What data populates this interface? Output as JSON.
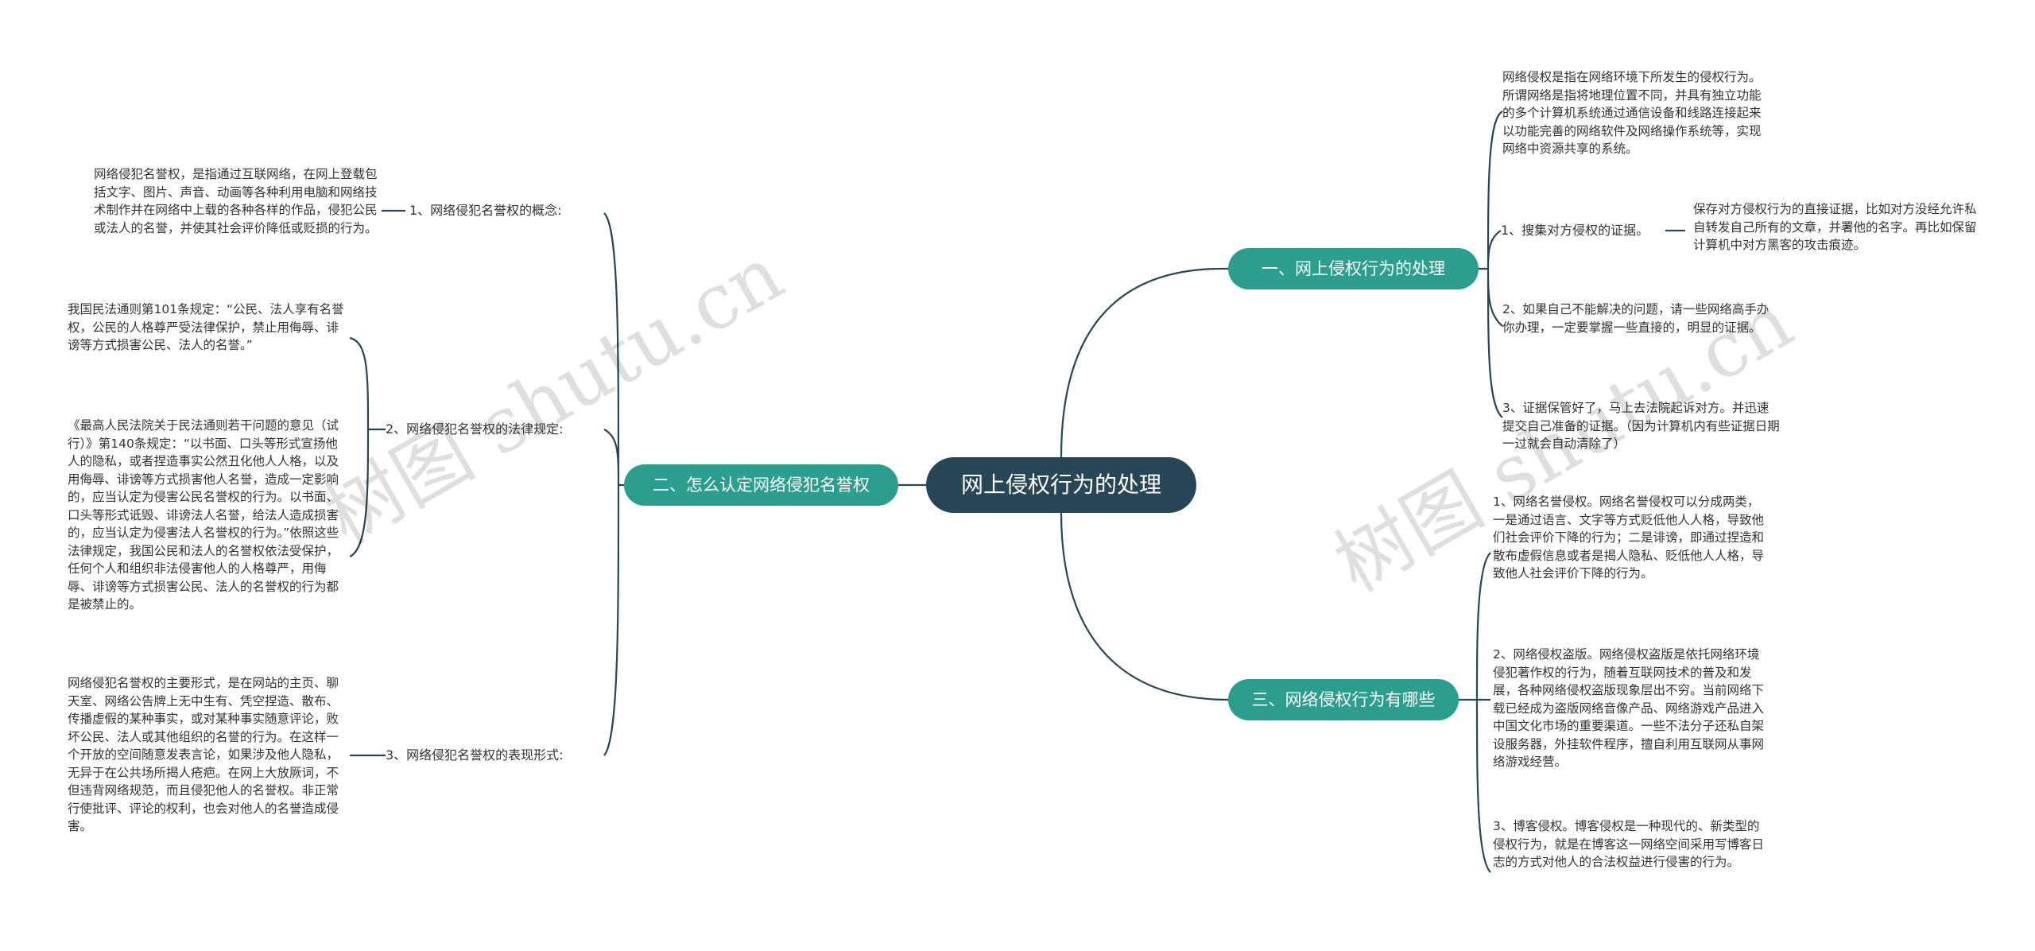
{
  "root": {
    "title": "网上侵权行为的处理"
  },
  "watermark": {
    "text": "树图 shutu.cn"
  },
  "colors": {
    "root": "#274656",
    "branch": "#2c9e8e",
    "line": "#274656",
    "text": "#333333"
  },
  "right": {
    "b1": {
      "title": "一、网上侵权行为的处理",
      "intro": "网络侵权是指在网络环境下所发生的侵权行为。所谓网络是指将地理位置不同，并具有独立功能的多个计算机系统通过通信设备和线路连接起来以功能完善的网络软件及网络操作系统等，实现网络中资源共享的系统。",
      "item1_label": "1、搜集对方侵权的证据。",
      "item1_detail": "保存对方侵权行为的直接证据，比如对方没经允许私自转发自己所有的文章，并署他的名字。再比如保留计算机中对方黑客的攻击痕迹。",
      "item2": "2、如果自己不能解决的问题，请一些网络高手办你办理，一定要掌握一些直接的，明显的证据。",
      "item3": "3、证据保管好了，马上去法院起诉对方。并迅速提交自己准备的证据。（因为计算机内有些证据日期一过就会自动清除了）"
    },
    "b3": {
      "title": "三、网络侵权行为有哪些",
      "item1": "1、网络名誉侵权。网络名誉侵权可以分成两类，一是通过语言、文字等方式贬低他人人格，导致他们社会评价下降的行为；二是诽谤，即通过捏造和散布虚假信息或者是揭人隐私、贬低他人人格，导致他人社会评价下降的行为。",
      "item2": "2、网络侵权盗版。网络侵权盗版是依托网络环境侵犯著作权的行为，随着互联网技术的普及和发展，各种网络侵权盗版现象层出不穷。当前网络下载已经成为盗版网络音像产品、网络游戏产品进入中国文化市场的重要渠道。一些不法分子还私自架设服务器，外挂软件程序，擅自利用互联网从事网络游戏经营。",
      "item3": "3、博客侵权。博客侵权是一种现代的、新类型的侵权行为，就是在博客这一网络空间采用写博客日志的方式对他人的合法权益进行侵害的行为。"
    }
  },
  "left": {
    "b2": {
      "title": "二、怎么认定网络侵犯名誉权",
      "c1_label": "1、网络侵犯名誉权的概念:",
      "c1_text": "网络侵犯名誉权，是指通过互联网络，在网上登载包括文字、图片、声音、动画等各种利用电脑和网络技术制作并在网络中上载的各种各样的作品，侵犯公民或法人的名誉，并使其社会评价降低或贬损的行为。",
      "c2_label": "2、网络侵犯名誉权的法律规定:",
      "c2_text1": "我国民法通则第101条规定：“公民、法人享有名誉权，公民的人格尊严受法律保护，禁止用侮辱、诽谤等方式损害公民、法人的名誉。”",
      "c2_text2": "《最高人民法院关于民法通则若干问题的意见（试行）》第140条规定：“以书面、口头等形式宣扬他人的隐私，或者捏造事实公然丑化他人人格，以及用侮辱、诽谤等方式损害他人名誉，造成一定影响的，应当认定为侵害公民名誉权的行为。以书面、口头等形式诋毁、诽谤法人名誉，给法人造成损害的，应当认定为侵害法人名誉权的行为。”依照这些法律规定，我国公民和法人的名誉权依法受保护，任何个人和组织非法侵害他人的人格尊严，用侮辱、诽谤等方式损害公民、法人的名誉权的行为都是被禁止的。",
      "c3_label": "3、网络侵犯名誉权的表现形式:",
      "c3_text": "网络侵犯名誉权的主要形式，是在网站的主页、聊天室、网络公告牌上无中生有、凭空捏造、散布、传播虚假的某种事实，或对某种事实随意评论，败坏公民、法人或其他组织的名誉的行为。在这样一个开放的空间随意发表言论，如果涉及他人隐私，无异于在公共场所揭人疮疤。在网上大放厥词，不但违背网络规范，而且侵犯他人的名誉权。非正常行使批评、评论的权利，也会对他人的名誉造成侵害。"
    }
  }
}
